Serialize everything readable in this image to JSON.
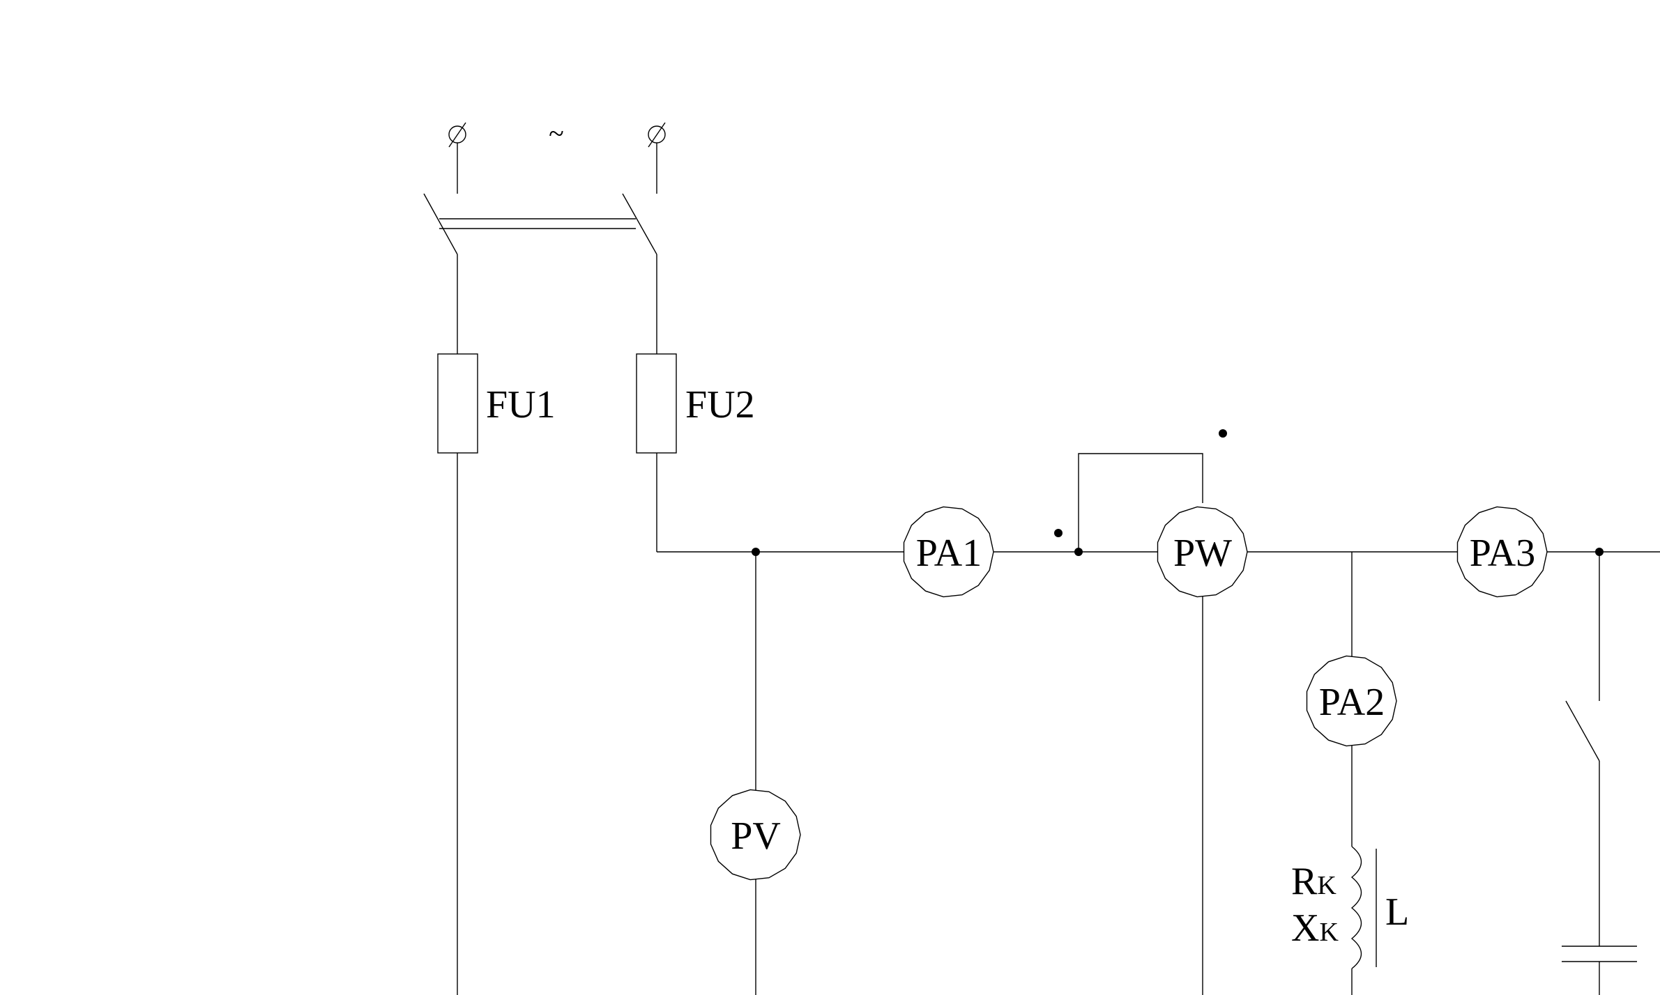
{
  "diagram": {
    "source_symbol": "~",
    "fuses": [
      "FU1",
      "FU2"
    ],
    "meters": {
      "pa1": "PA1",
      "pw": "PW",
      "pa3": "PA3",
      "pa2": "PA2",
      "pv": "PV"
    },
    "load": {
      "r_main": "R",
      "r_sub": "K",
      "x_main": "X",
      "x_sub": "K",
      "inductor": "L"
    }
  }
}
